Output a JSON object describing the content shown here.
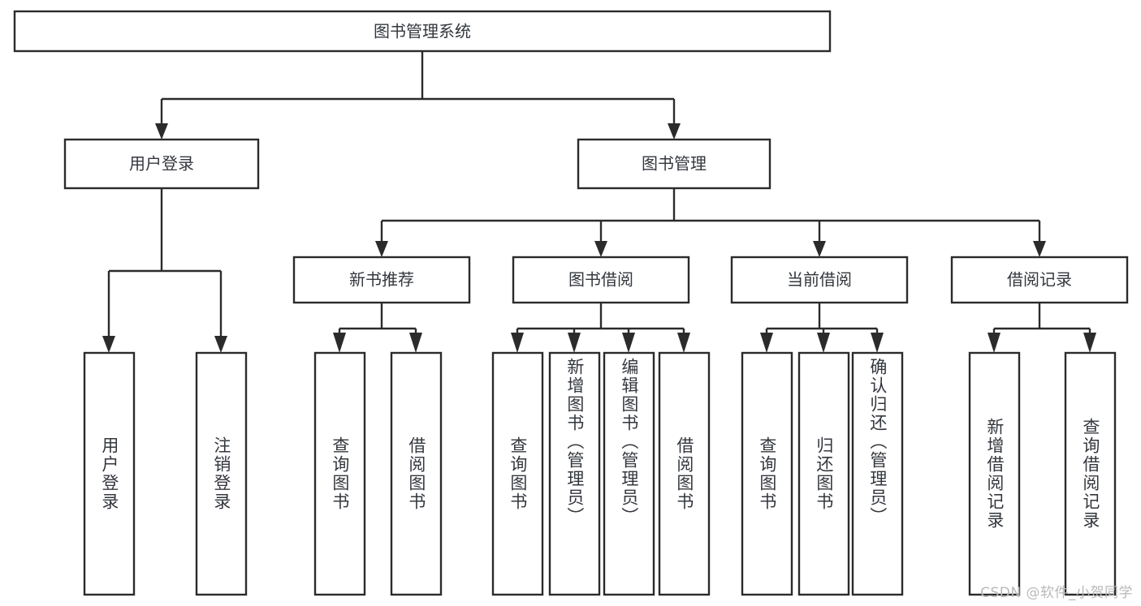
{
  "diagram": {
    "type": "tree-hierarchy",
    "title": "图书管理系统",
    "orientation": "top-down",
    "root": {
      "label": "图书管理系统",
      "id": "root"
    },
    "level2": [
      {
        "id": "user-login",
        "label": "用户登录"
      },
      {
        "id": "book-management",
        "label": "图书管理"
      }
    ],
    "level3": [
      {
        "id": "new-book-recommend",
        "label": "新书推荐",
        "parent": "book-management"
      },
      {
        "id": "book-borrow",
        "label": "图书借阅",
        "parent": "book-management"
      },
      {
        "id": "current-borrow",
        "label": "当前借阅",
        "parent": "book-management"
      },
      {
        "id": "borrow-record",
        "label": "借阅记录",
        "parent": "book-management"
      }
    ],
    "leaves": [
      {
        "id": "leaf-user-login",
        "label": "用户登录",
        "parent": "user-login"
      },
      {
        "id": "leaf-user-logout",
        "label": "注销登录",
        "parent": "user-login"
      },
      {
        "id": "leaf-query-book-1",
        "label": "查询图书",
        "parent": "new-book-recommend"
      },
      {
        "id": "leaf-borrow-book-1",
        "label": "借阅图书",
        "parent": "new-book-recommend"
      },
      {
        "id": "leaf-query-book-2",
        "label": "查询图书",
        "parent": "book-borrow"
      },
      {
        "id": "leaf-add-book",
        "label": "新增图书（管理员）",
        "parent": "book-borrow"
      },
      {
        "id": "leaf-edit-book",
        "label": "编辑图书（管理员）",
        "parent": "book-borrow"
      },
      {
        "id": "leaf-borrow-book-2",
        "label": "借阅图书",
        "parent": "book-borrow"
      },
      {
        "id": "leaf-query-book-3",
        "label": "查询图书",
        "parent": "current-borrow"
      },
      {
        "id": "leaf-return-book",
        "label": "归还图书",
        "parent": "current-borrow"
      },
      {
        "id": "leaf-confirm-return",
        "label": "确认归还（管理员）",
        "parent": "current-borrow"
      },
      {
        "id": "leaf-add-record",
        "label": "新增借阅记录",
        "parent": "borrow-record"
      },
      {
        "id": "leaf-query-record",
        "label": "查询借阅记录",
        "parent": "borrow-record"
      }
    ],
    "colors": {
      "stroke": "#2b2b2b",
      "fill": "#ffffff",
      "text": "#33373d",
      "watermark": "#b9b9b9"
    }
  },
  "watermark": {
    "text": "CSDN @软件_小贺同学"
  }
}
